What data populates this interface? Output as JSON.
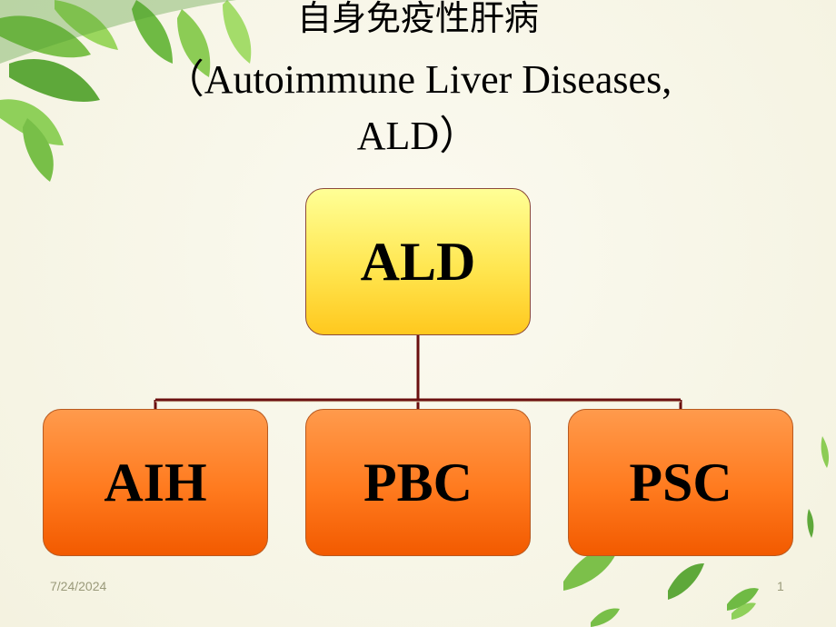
{
  "title": {
    "chinese": "自身免疫性肝病",
    "english_line1": "（Autoimmune Liver Diseases,",
    "english_line2": "ALD）"
  },
  "diagram": {
    "root": "ALD",
    "children": [
      "AIH",
      "PBC",
      "PSC"
    ]
  },
  "footer": {
    "date": "7/24/2024",
    "page_number": "1"
  },
  "colors": {
    "root_fill": "#ffe650",
    "child_fill": "#ff7a1e",
    "connector": "#6b0f0f",
    "background": "#f7f5e6"
  }
}
